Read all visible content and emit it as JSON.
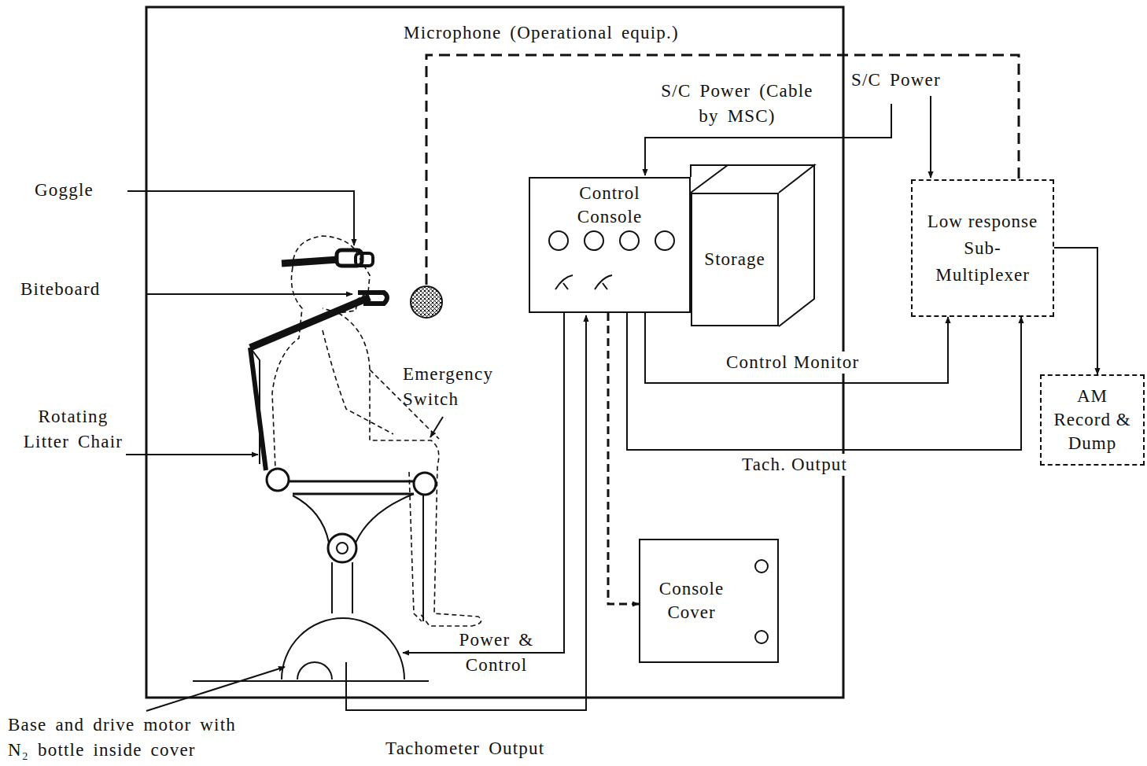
{
  "diagram": {
    "nodes": [
      {
        "text": [
          "Control Console"
        ]
      },
      {
        "text": [
          "Storage"
        ]
      },
      {
        "text": [
          "Low response Sub- Multiplexer"
        ]
      },
      {
        "text": [
          "AM Record & Dump"
        ]
      },
      {
        "text": [
          "Console Cover"
        ]
      }
    ],
    "edges": [
      {
        "from": 0,
        "to": 2,
        "arrow": "to",
        "label": "Control Monitor"
      },
      {
        "from": 0,
        "to": 2,
        "arrow": "to",
        "label": "Tach. Output"
      },
      {
        "from": 0,
        "to": 4,
        "arrow": "to"
      },
      {
        "from": 2,
        "to": 3,
        "arrow": "to"
      }
    ],
    "labels": [
      "Microphone (Operational equip.)",
      "S/C Power (Cable by MSC)",
      "S/C Power",
      "Goggle",
      "Biteboard",
      "Rotating Litter Chair",
      "Emergency Switch",
      "Power & Control",
      "Base and drive motor with N₂ bottle inside cover",
      "Tachometer Output"
    ]
  }
}
